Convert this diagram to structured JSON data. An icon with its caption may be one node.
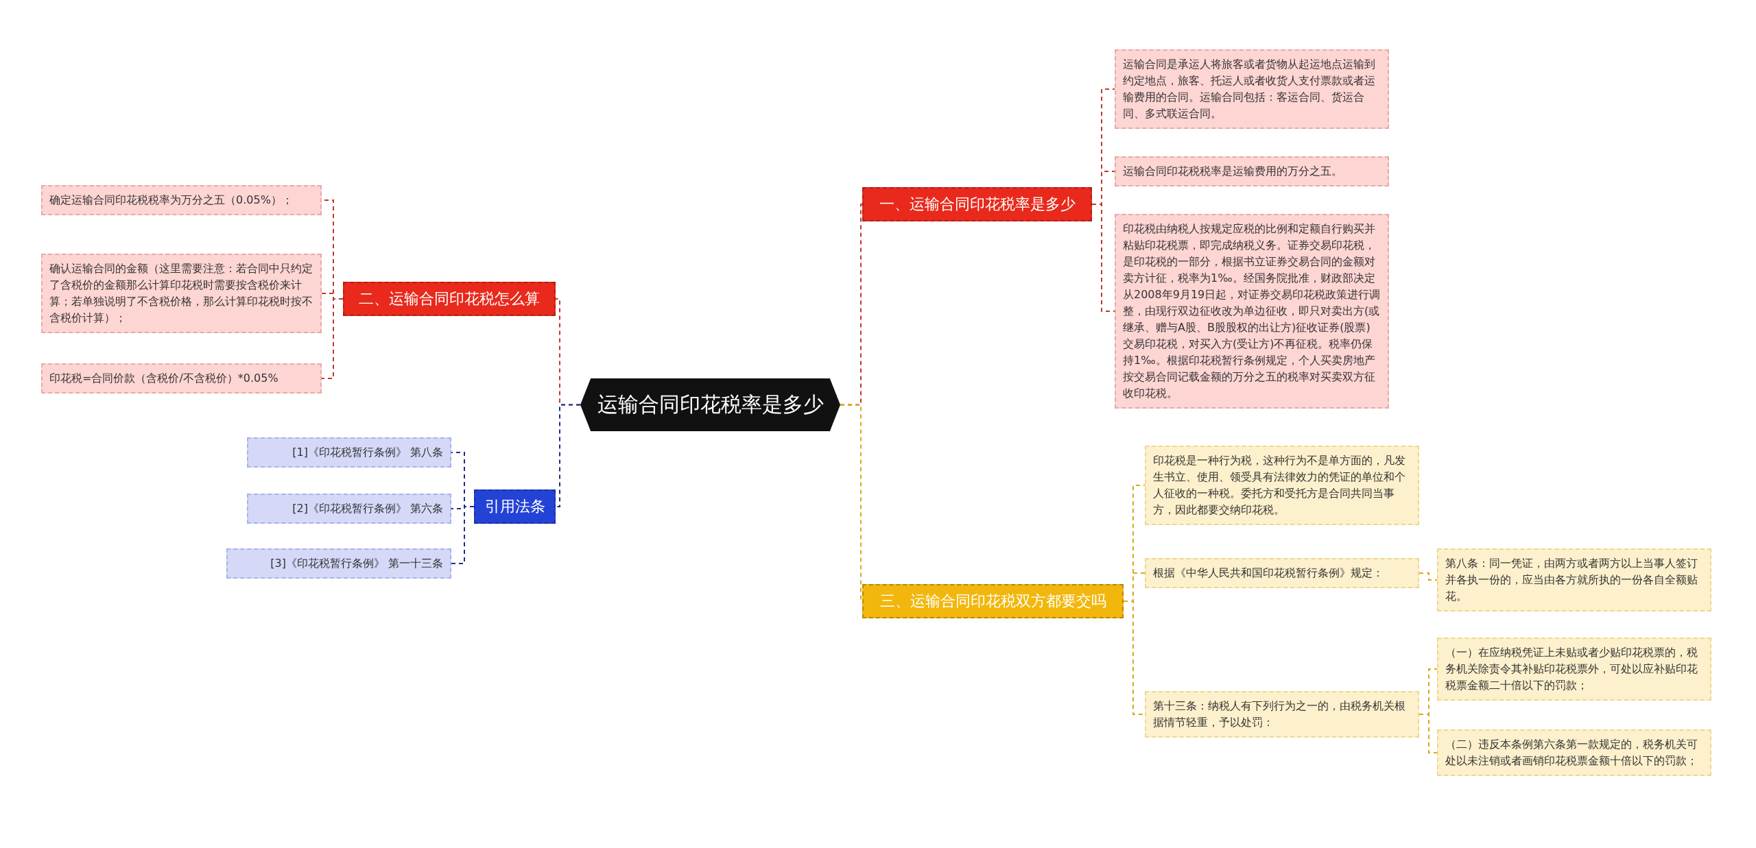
{
  "diagram": {
    "nodes": [
      {
        "text": [
          "运输合同印花税率是多少"
        ]
      },
      {
        "text": [
          "一、运输合同印花税率是多少"
        ]
      },
      {
        "text": [
          "运输合同是承运人将旅客或者货物从起运地点运输到约定地点，旅客、托运人或者收货人支付票款或者运输费用的合同。运输合同包括：客运合同、货运合同、多式联运合同。"
        ]
      },
      {
        "text": [
          "运输合同印花税税率是运输费用的万分之五。"
        ]
      },
      {
        "text": [
          "印花税由纳税人按规定应税的比例和定额自行购买并粘贴印花税票，即完成纳税义务。证券交易印花税，是印花税的一部分，根据书立证券交易合同的金额对卖方计征，税率为1‰。经国务院批准，财政部决定从2008年9月19日起，对证券交易印花税政策进行调整，由现行双边征收改为单边征收，即只对卖出方(或继承、赠与A股、B股股权的出让方)征收证券(股票)交易印花税，对买入方(受让方)不再征税。税率仍保持1‰。根据印花税暂行条例规定，个人买卖房地产按交易合同记载金额的万分之五的税率对买卖双方征收印花税。"
        ]
      },
      {
        "text": [
          "三、运输合同印花税双方都要交吗"
        ]
      },
      {
        "text": [
          "印花税是一种行为税，这种行为不是单方面的，凡发生书立、使用、领受具有法律效力的凭证的单位和个人征收的一种税。委托方和受托方是合同共同当事方，因此都要交纳印花税。"
        ]
      },
      {
        "text": [
          "根据《中华人民共和国印花税暂行条例》规定："
        ]
      },
      {
        "text": [
          "第八条：同一凭证，由两方或者两方以上当事人签订并各执一份的，应当由各方就所执的一份各自全额贴花。"
        ]
      },
      {
        "text": [
          "第十三条：纳税人有下列行为之一的，由税务机关根据情节轻重，予以处罚："
        ]
      },
      {
        "text": [
          "（一）在应纳税凭证上未贴或者少贴印花税票的，税务机关除责令其补贴印花税票外，可处以应补贴印花税票金额二十倍以下的罚款；"
        ]
      },
      {
        "text": [
          "（二）违反本条例第六条第一款规定的，税务机关可处以未注销或者画销印花税票金额十倍以下的罚款；"
        ]
      },
      {
        "text": [
          "二、运输合同印花税怎么算"
        ]
      },
      {
        "text": [
          "确定运输合同印花税税率为万分之五（0.05%）；"
        ]
      },
      {
        "text": [
          "确认运输合同的金额（这里需要注意：若合同中只约定了含税价的金额那么计算印花税时需要按含税价来计算；若单独说明了不含税价格，那么计算印花税时按不含税价计算）；"
        ]
      },
      {
        "text": [
          "印花税=合同价款（含税价/不含税价）*0.05%"
        ]
      },
      {
        "text": [
          "引用法条"
        ]
      },
      {
        "text": [
          "[1]《印花税暂行条例》 第八条"
        ]
      },
      {
        "text": [
          "[2]《印花税暂行条例》 第六条"
        ]
      },
      {
        "text": [
          "[3]《印花税暂行条例》 第一十三条"
        ]
      }
    ],
    "edges": [
      {
        "from": 0,
        "to": 1,
        "arrow": "none",
        "style": "dashed",
        "color": "#c0392b"
      },
      {
        "from": 1,
        "to": 2,
        "arrow": "none",
        "style": "dashed",
        "color": "#c0392b"
      },
      {
        "from": 1,
        "to": 3,
        "arrow": "none",
        "style": "dashed",
        "color": "#c0392b"
      },
      {
        "from": 1,
        "to": 4,
        "arrow": "none",
        "style": "dashed",
        "color": "#c0392b"
      },
      {
        "from": 0,
        "to": 5,
        "arrow": "none",
        "style": "dashed",
        "color": "#d9a91a"
      },
      {
        "from": 5,
        "to": 6,
        "arrow": "none",
        "style": "dashed",
        "color": "#d9a91a"
      },
      {
        "from": 5,
        "to": 7,
        "arrow": "none",
        "style": "dashed",
        "color": "#d9a91a"
      },
      {
        "from": 7,
        "to": 8,
        "arrow": "none",
        "style": "dashed",
        "color": "#d9a91a"
      },
      {
        "from": 5,
        "to": 9,
        "arrow": "none",
        "style": "dashed",
        "color": "#d9a91a"
      },
      {
        "from": 9,
        "to": 10,
        "arrow": "none",
        "style": "dashed",
        "color": "#d9a91a"
      },
      {
        "from": 9,
        "to": 11,
        "arrow": "none",
        "style": "dashed",
        "color": "#d9a91a"
      },
      {
        "from": 0,
        "to": 12,
        "arrow": "none",
        "style": "dashed",
        "color": "#c0392b"
      },
      {
        "from": 12,
        "to": 13,
        "arrow": "none",
        "style": "dashed",
        "color": "#c0392b"
      },
      {
        "from": 12,
        "to": 14,
        "arrow": "none",
        "style": "dashed",
        "color": "#c0392b"
      },
      {
        "from": 12,
        "to": 15,
        "arrow": "none",
        "style": "dashed",
        "color": "#c0392b"
      },
      {
        "from": 0,
        "to": 16,
        "arrow": "none",
        "style": "dashed",
        "color": "#1f2d8a"
      },
      {
        "from": 16,
        "to": 17,
        "arrow": "none",
        "style": "dashed",
        "color": "#1f2d8a"
      },
      {
        "from": 16,
        "to": 18,
        "arrow": "none",
        "style": "dashed",
        "color": "#1f2d8a"
      },
      {
        "from": 16,
        "to": 19,
        "arrow": "none",
        "style": "dashed",
        "color": "#1f2d8a"
      }
    ]
  }
}
